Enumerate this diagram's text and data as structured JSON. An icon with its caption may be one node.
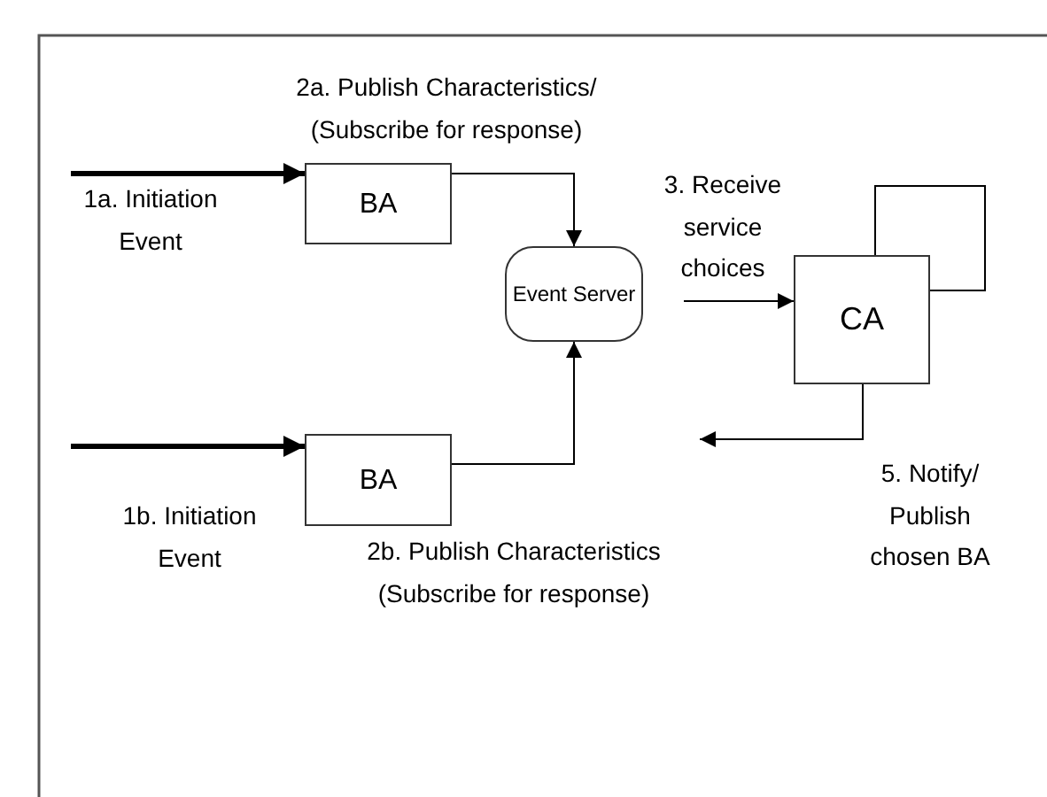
{
  "diagram": {
    "nodes": [
      {
        "text": [
          "BA"
        ]
      },
      {
        "text": [
          "BA"
        ]
      },
      {
        "text": [
          "Event Server"
        ]
      },
      {
        "text": [
          "CA"
        ]
      }
    ],
    "edges": [
      {
        "from": null,
        "to": 0,
        "arrow": "to",
        "label": "1a. Initiation Event",
        "style": "thick"
      },
      {
        "from": 0,
        "to": 2,
        "arrow": "to",
        "label": "2a. Publish Characteristics/ (Subscribe for response)"
      },
      {
        "from": null,
        "to": 1,
        "arrow": "to",
        "label": "1b. Initiation Event",
        "style": "thick"
      },
      {
        "from": 1,
        "to": 2,
        "arrow": "to",
        "label": "2b. Publish Characteristics (Subscribe for response)"
      },
      {
        "from": null,
        "to": 3,
        "arrow": "to",
        "label": "3. Receive service choices"
      },
      {
        "from": 3,
        "to": 3,
        "arrow": "none"
      },
      {
        "from": 3,
        "to": null,
        "arrow": "to",
        "label": "5. Notify/ Publish chosen BA"
      }
    ]
  }
}
